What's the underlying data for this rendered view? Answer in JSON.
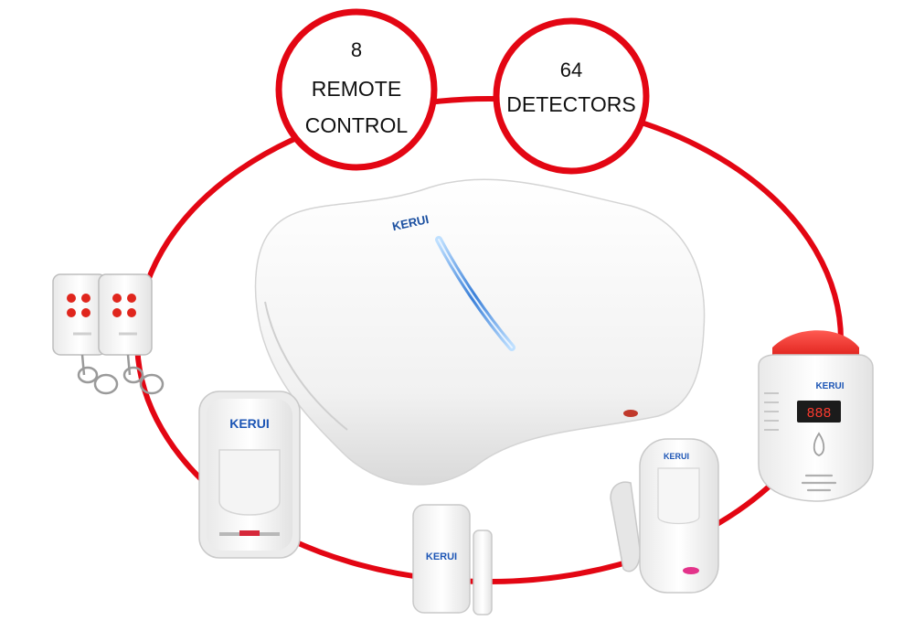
{
  "colors": {
    "ring": "#e30613",
    "brand": "#1a4fa0",
    "device_white": "#f7f7f7"
  },
  "bubbles": {
    "remote": {
      "line1": "8",
      "line2": "REMOTE",
      "line3": "CONTROL"
    },
    "detectors": {
      "line1": "64",
      "line2": "DETECTORS"
    }
  },
  "devices": {
    "hub_brand": "KERUI",
    "pir_brand": "KERUI",
    "door_sensor_brand": "KERUI",
    "curtain_pir_brand": "KERUI",
    "gas_detector_brand": "KERUI",
    "gas_display": "888",
    "remote_count": 2,
    "icons": [
      "wifi-hub-icon",
      "remote-fob-icon",
      "pir-motion-sensor-icon",
      "door-contact-sensor-icon",
      "curtain-pir-sensor-icon",
      "gas-detector-icon"
    ]
  }
}
